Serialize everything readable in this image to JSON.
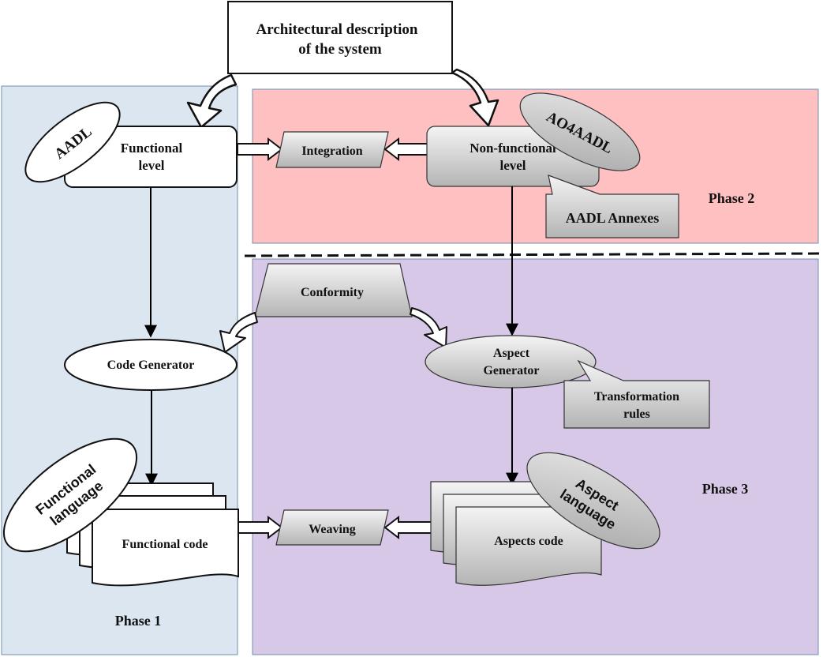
{
  "top_box": {
    "line1": "Architectural description",
    "line2": "of the system"
  },
  "functional_level": {
    "line1": "Functional",
    "line2": "level"
  },
  "aadl_tag": "AADL",
  "integration": "Integration",
  "nonfunctional_level": {
    "line1": "Non-functional",
    "line2": "level"
  },
  "ao4aadl_tag": "AO4AADL",
  "aadl_annexes": "AADL Annexes",
  "phase2": "Phase 2",
  "conformity": "Conformity",
  "code_generator": "Code Generator",
  "aspect_generator": {
    "line1": "Aspect",
    "line2": "Generator"
  },
  "transformation_rules": {
    "line1": "Transformation",
    "line2": "rules"
  },
  "functional_language_tag": {
    "line1": "Functional",
    "line2": "language"
  },
  "functional_code": "Functional code",
  "weaving": "Weaving",
  "aspects_code": "Aspects code",
  "aspect_language_tag": {
    "line1": "Aspect",
    "line2": "language"
  },
  "phase3": "Phase 3",
  "phase1": "Phase 1",
  "colors": {
    "phase1_bg": "#dce6f1",
    "phase2_bg": "#ffc0c2",
    "phase3_bg": "#d8c8e8",
    "shape_fill_light": "#f0f0f0",
    "shape_fill_dark": "#b8b8b8"
  }
}
